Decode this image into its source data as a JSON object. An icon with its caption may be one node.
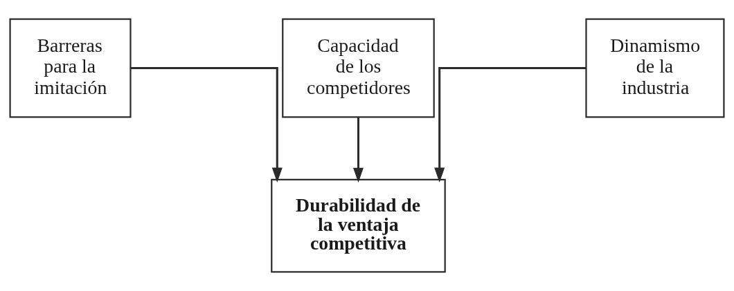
{
  "diagram": {
    "nodes": [
      {
        "text": [
          "Barreras para la imitación"
        ]
      },
      {
        "text": [
          "Capacidad de los competidores"
        ]
      },
      {
        "text": [
          "Dinamismo de la industria"
        ]
      },
      {
        "text": [
          "Durabilidad de la ventaja competitiva"
        ]
      }
    ],
    "edges": [
      {
        "from": 0,
        "to": 3,
        "arrow": "to"
      },
      {
        "from": 1,
        "to": 3,
        "arrow": "to"
      },
      {
        "from": 2,
        "to": 3,
        "arrow": "to"
      }
    ]
  }
}
